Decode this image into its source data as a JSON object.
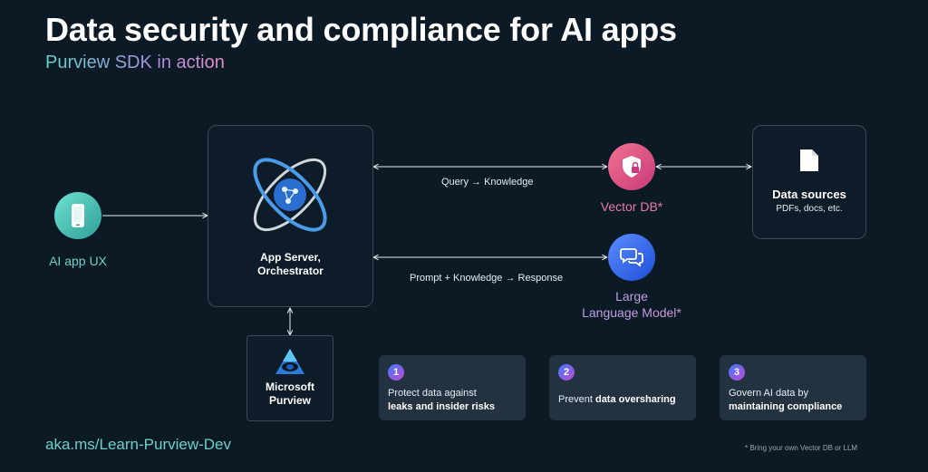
{
  "title": "Data security and compliance for AI apps",
  "subtitle": "Purview SDK in action",
  "nodes": {
    "ai_app_ux": "AI app UX",
    "app_server_line1": "App Server,",
    "app_server_line2": "Orchestrator",
    "purview_line1": "Microsoft",
    "purview_line2": "Purview",
    "vector_db": "Vector DB*",
    "llm_line1": "Large",
    "llm_line2": "Language Model*",
    "data_sources_title": "Data sources",
    "data_sources_sub": "PDFs, docs, etc."
  },
  "flows": {
    "query": "Query → Knowledge",
    "prompt": "Prompt + Knowledge → Response"
  },
  "cards": [
    {
      "num": "1",
      "line1": "Protect data against",
      "line2_bold": "leaks and insider risks"
    },
    {
      "num": "2",
      "line1_plain": "Prevent ",
      "line1_bold": "data oversharing"
    },
    {
      "num": "3",
      "line1": "Govern AI data by",
      "line2_bold": "maintaining compliance"
    }
  ],
  "footer_link": "aka.ms/Learn-Purview-Dev",
  "footnote": "* Bring your own Vector DB or LLM",
  "colors": {
    "background": "#0c1a26",
    "teal_accent": "#6fd0c4",
    "vector_db_pink": "#e87aa7",
    "llm_blue": "#3d7bff"
  }
}
